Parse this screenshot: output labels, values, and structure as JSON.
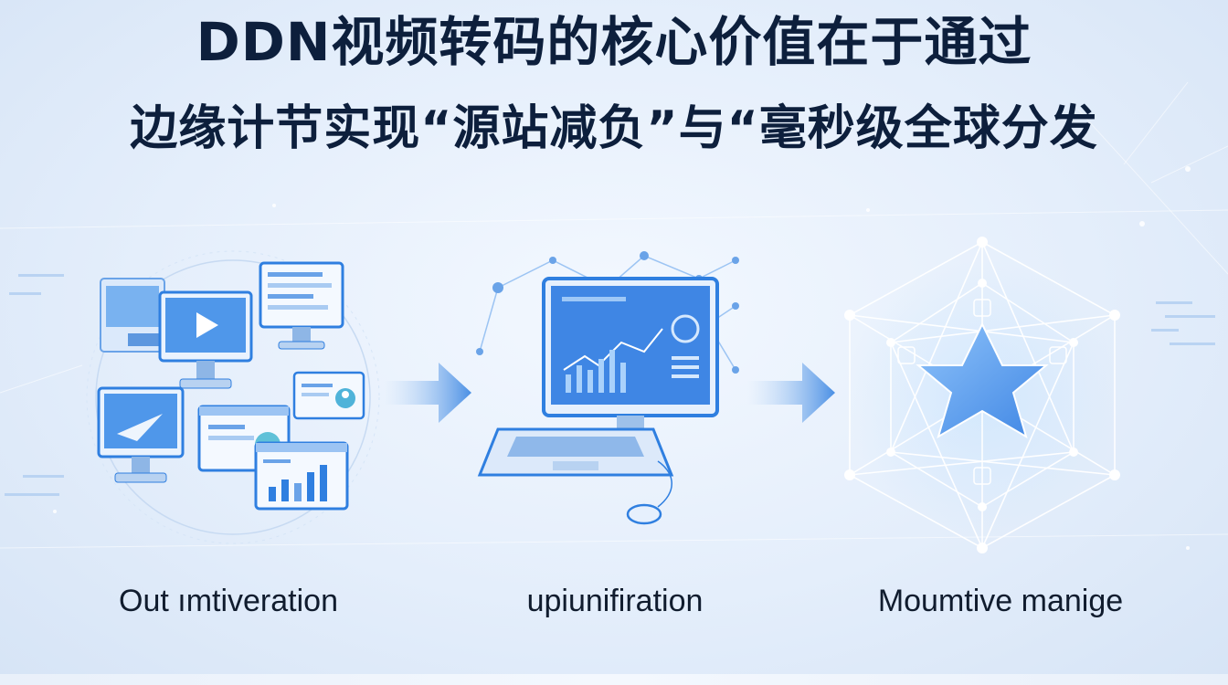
{
  "header": {
    "title_line1": "DDN视频转码的核心价值在于通过",
    "title_line2": "边缘计节实现“源站减负”与“毫秒级全球分发"
  },
  "stages": [
    {
      "label": "Out ımtiveration",
      "icon": "multi-screen-devices-icon"
    },
    {
      "label": "upiunifiration",
      "icon": "desktop-computer-icon"
    },
    {
      "label": "Moumtive manige",
      "icon": "network-star-icon"
    }
  ],
  "colors": {
    "title": "#0d1f3c",
    "accent_blue": "#2f7fe0",
    "light_blue": "#8fc0f5",
    "background": "#e4eefb"
  }
}
